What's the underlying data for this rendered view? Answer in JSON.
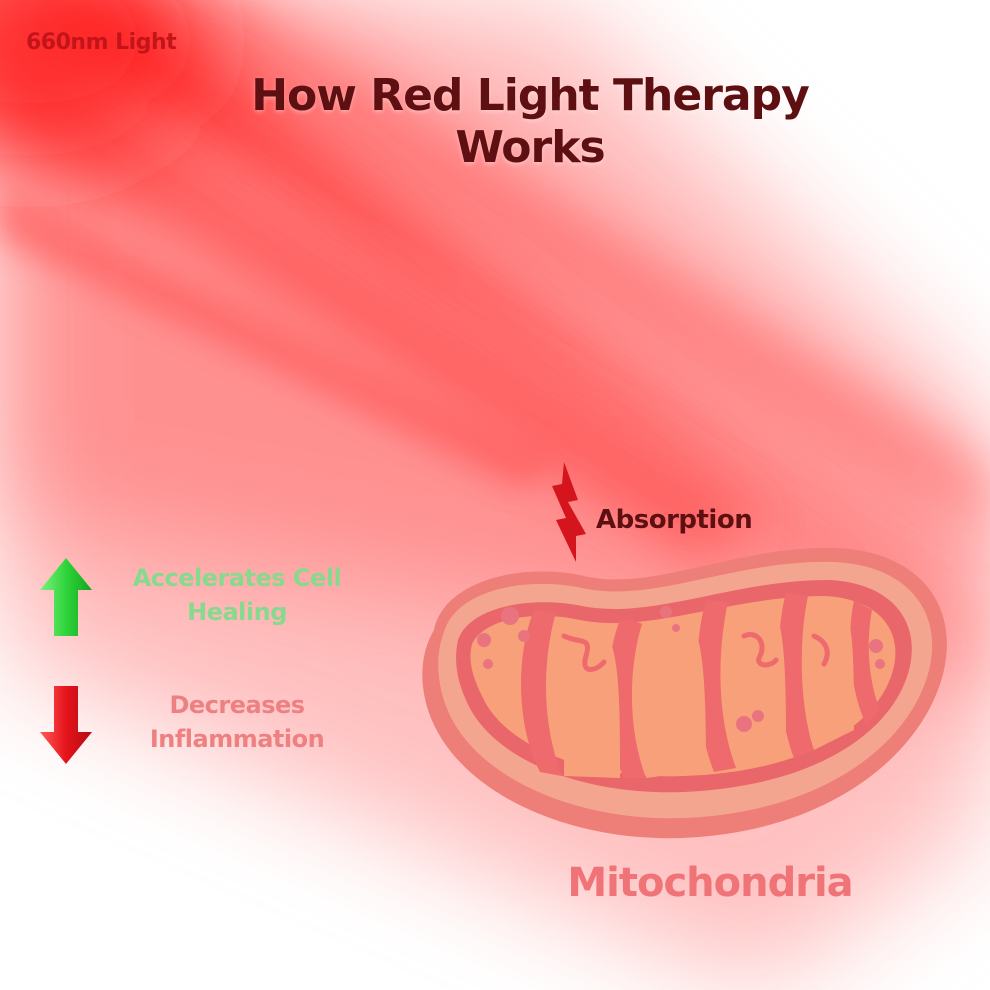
{
  "wavelength_label": "660nm Light",
  "title_line1": "How Red Light Therapy",
  "title_line2": "Works",
  "absorption_label": "Absorption",
  "effects": {
    "up_line1": "Accelerates Cell",
    "up_line2": "Healing",
    "down_line1": "Decreases",
    "down_line2": "Inflammation"
  },
  "organelle_label": "Mitochondria",
  "colors": {
    "light_beam": "#ff3b3b",
    "title": "#5e0f12",
    "up_arrow": "#2ed43a",
    "down_arrow": "#e5141b",
    "mito_outer": "#ee7f78",
    "mito_inner": "#f8a07a"
  },
  "icons": [
    "lightning-icon",
    "arrow-up-icon",
    "arrow-down-icon",
    "mitochondria-icon"
  ]
}
